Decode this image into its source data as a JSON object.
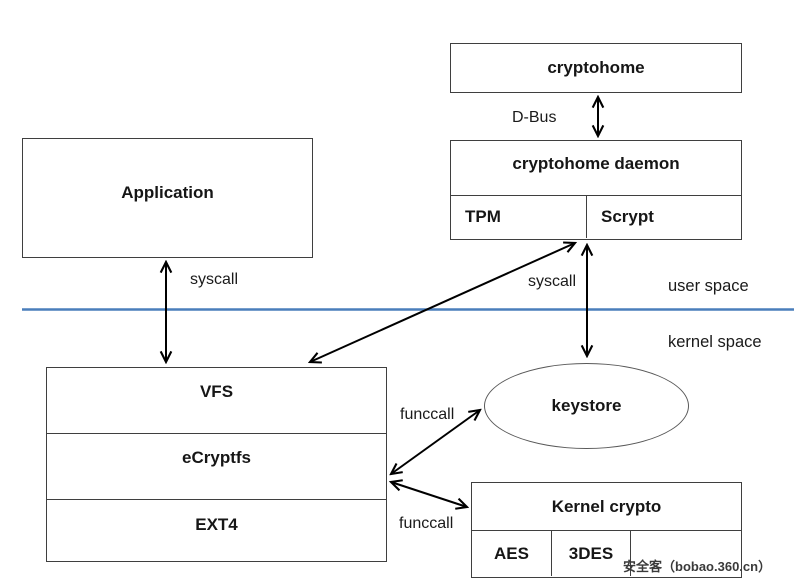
{
  "nodes": {
    "cryptohome": "cryptohome",
    "cryptohome_daemon": "cryptohome daemon",
    "tpm": "TPM",
    "scrypt": "Scrypt",
    "application": "Application",
    "vfs": "VFS",
    "ecryptfs": "eCryptfs",
    "ext4": "EXT4",
    "keystore": "keystore",
    "kernel_crypto": "Kernel crypto",
    "aes": "AES",
    "des3": "3DES"
  },
  "edge_labels": {
    "dbus": "D-Bus",
    "syscall_app": "syscall",
    "syscall_keystore": "syscall",
    "funccall_keystore": "funccall",
    "funccall_kernel": "funccall"
  },
  "regions": {
    "user_space": "user space",
    "kernel_space": "kernel space"
  },
  "watermark": "安全客（bobao.360.cn）",
  "colors": {
    "space_divider_blue": "#4a7ebb",
    "box_border": "#3f3f3f",
    "arrow_black": "#000000",
    "watermark_gray": "#3a3a3a"
  }
}
